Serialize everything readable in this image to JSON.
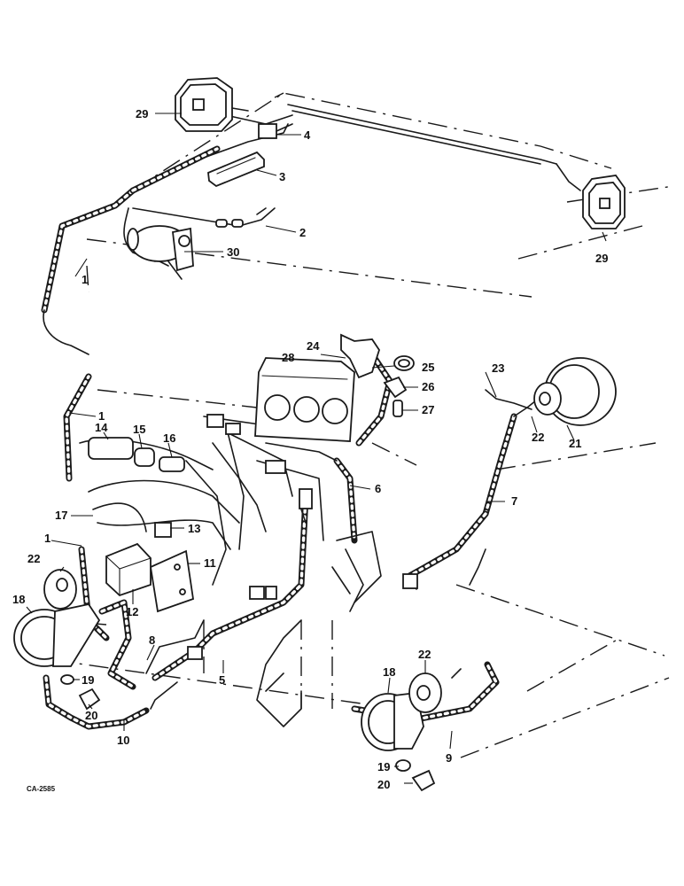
{
  "figure_code": "CA-2585",
  "callouts": {
    "c1": "1",
    "c2": "2",
    "c3": "3",
    "c4": "4",
    "c5": "5",
    "c6": "6",
    "c7": "7",
    "c8": "8",
    "c9": "9",
    "c10": "10",
    "c11": "11",
    "c12": "12",
    "c13": "13",
    "c14": "14",
    "c15": "15",
    "c16": "16",
    "c17": "17",
    "c18": "18",
    "c19": "19",
    "c20": "20",
    "c21": "21",
    "c22": "22",
    "c23": "23",
    "c24": "24",
    "c25": "25",
    "c26": "26",
    "c27": "27",
    "c28": "28",
    "c29": "29",
    "c30": "30"
  }
}
